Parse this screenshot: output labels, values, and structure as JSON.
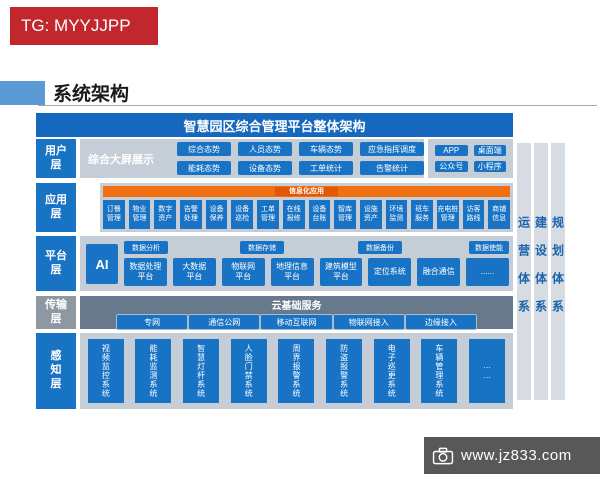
{
  "watermark_top": {
    "text": "TG: MYYJJPP"
  },
  "heading": {
    "title": "系统架构"
  },
  "diagram": {
    "title": "智慧园区综合管理平台整体架构",
    "user": {
      "label": "用户层",
      "group_label": "综合大屏展示",
      "buttons": [
        "综合态势",
        "人员态势",
        "车辆态势",
        "应急指挥调度",
        "能耗态势",
        "设备态势",
        "工单统计",
        "告警统计"
      ],
      "channels": [
        "APP",
        "桌面端",
        "公众号",
        "小程序"
      ]
    },
    "app": {
      "label": "应用层",
      "banner": "信息化应用",
      "items": [
        "订餐\n管理",
        "物业\n管理",
        "数字\n资产",
        "告警\n处理",
        "设备\n保养",
        "设备\n巡检",
        "工单\n管理",
        "在线\n报修",
        "设备\n台账",
        "智库\n管理",
        "设施\n资产",
        "环境\n监测",
        "班车\n服务",
        "充电桩\n管理",
        "访客\n路线",
        "商铺\n信息"
      ]
    },
    "platform": {
      "label": "平台层",
      "ai": "AI",
      "tags": [
        "数据分析",
        "数据存储",
        "数据备份",
        "数据使能"
      ],
      "items": [
        "数据处理\n平台",
        "大数据\n平台",
        "物联网\n平台",
        "地理信息\n平台",
        "建筑模型\n平台",
        "定位系统",
        "融合通信",
        "......"
      ]
    },
    "transport": {
      "label": "传输层",
      "band": "云基础服务",
      "items": [
        "专网",
        "通信公网",
        "移动互联网",
        "物联网接入",
        "边缘接入"
      ]
    },
    "perception": {
      "label": "感知层",
      "items": [
        "视频监控系统",
        "能耗监测系统",
        "智慧灯杆系统",
        "人脸门禁系统",
        "周界报警系统",
        "防盗报警系统",
        "电子巡更系统",
        "车辆管理系统",
        "……"
      ]
    },
    "side_systems": [
      "运营体系",
      "建设体系",
      "规划体系"
    ]
  },
  "watermark_bottom": {
    "text": "www.jz833.com",
    "icon": "camera-icon"
  },
  "colors": {
    "banner_red": "#c1272d",
    "title_blue": "#1568bd",
    "box_blue": "#1973c5",
    "group_gray": "#c5cdd6",
    "banner_orange": "#f06f10",
    "cloud_slate": "#68798c",
    "transport_label_gray": "#8e98a3",
    "sidebar_gray": "#d7dce3",
    "heading_accent": "#5b9bd5",
    "watermark_gray": "#585858"
  }
}
